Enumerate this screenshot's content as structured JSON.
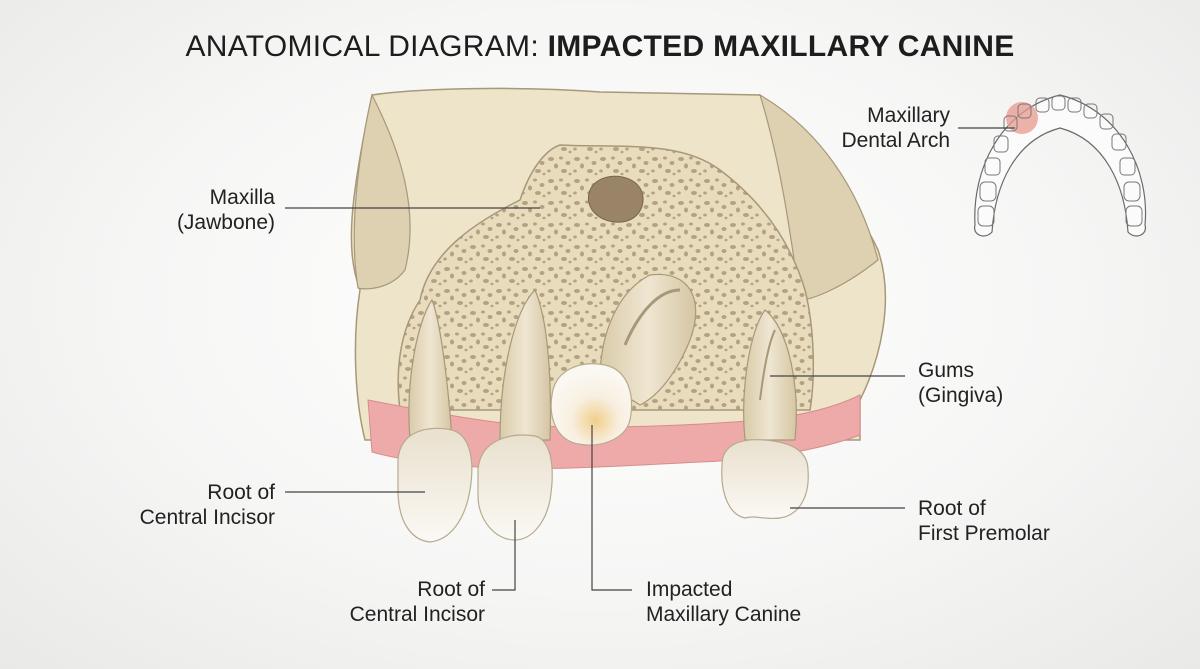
{
  "title": {
    "prefix": "ANATOMICAL DIAGRAM: ",
    "emphasis": "IMPACTED MAXILLARY CANINE"
  },
  "labels": {
    "maxilla": {
      "line1": "Maxilla",
      "line2": "(Jawbone)"
    },
    "dental_arch": {
      "line1": "Maxillary",
      "line2": "Dental Arch"
    },
    "gums": {
      "line1": "Gums",
      "line2": "(Gingiva)"
    },
    "root_central_left": {
      "line1": "Root of",
      "line2": "Central Incisor"
    },
    "root_central_bottom": {
      "line1": "Root of",
      "line2": "Central Incisor"
    },
    "impacted_canine": {
      "line1": "Impacted",
      "line2": "Maxillary Canine"
    },
    "root_premolar": {
      "line1": "Root of",
      "line2": "First Premolar"
    }
  },
  "colors": {
    "bone": "#ece3c9",
    "bone_shadow": "#d8cca8",
    "cancellous": "#e6d9b8",
    "pore": "#a8957a",
    "gum": "#eea9a8",
    "tooth": "#f5f1ea",
    "root": "#e6dcc6",
    "highlight": "#e79a8f",
    "leader": "#444444"
  }
}
